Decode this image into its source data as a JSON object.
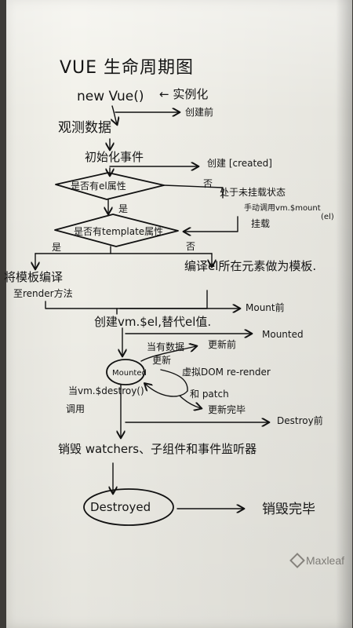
{
  "diagram": {
    "title": "VUE 生命周期图",
    "steps": {
      "new_vue": "new Vue()",
      "instantiate": "← 实例化",
      "before_create": "创建前",
      "observe_data": "观测数据",
      "init_events": "初始化事件",
      "created": "创建 [created]",
      "has_el": "是否有el属性",
      "no_1": "否",
      "yes_1": "是",
      "pending_state_line1": "处于未挂载状态",
      "pending_state_line2": "手动调用vm.$mount",
      "pending_state_line3": "(el)",
      "pending_state_line4": "挂载",
      "has_template": "是否有template属性",
      "yes_2": "是",
      "no_2": "否",
      "compile_template_line1": "将模板编译",
      "compile_template_line2": "至render方法",
      "compile_outer_html": "编译el所在元素做为模板.",
      "before_mount": "Mount前",
      "create_el": "创建vm.$el,替代el值.",
      "mounted_label": "Mounted",
      "update_data_line1": "当有数据",
      "update_data_line2": "更新",
      "before_update": "更新前",
      "virtual_dom": "虚拟DOM re-render",
      "patch": "和 patch",
      "updated": "更新完毕",
      "destroy_call_line1": "当vm.$destroy()",
      "destroy_call_line2": "调用",
      "before_destroy": "Destroy前",
      "teardown": "销毁 watchers、子组件和事件监听器",
      "destroyed_label": "Destroyed",
      "destroyed_done": "销毁完毕"
    }
  },
  "watermark": {
    "brand": "Maxleaf"
  },
  "colors": {
    "paper": "#f2f1ea",
    "ink": "#151515",
    "background": "#3f3d3a"
  }
}
